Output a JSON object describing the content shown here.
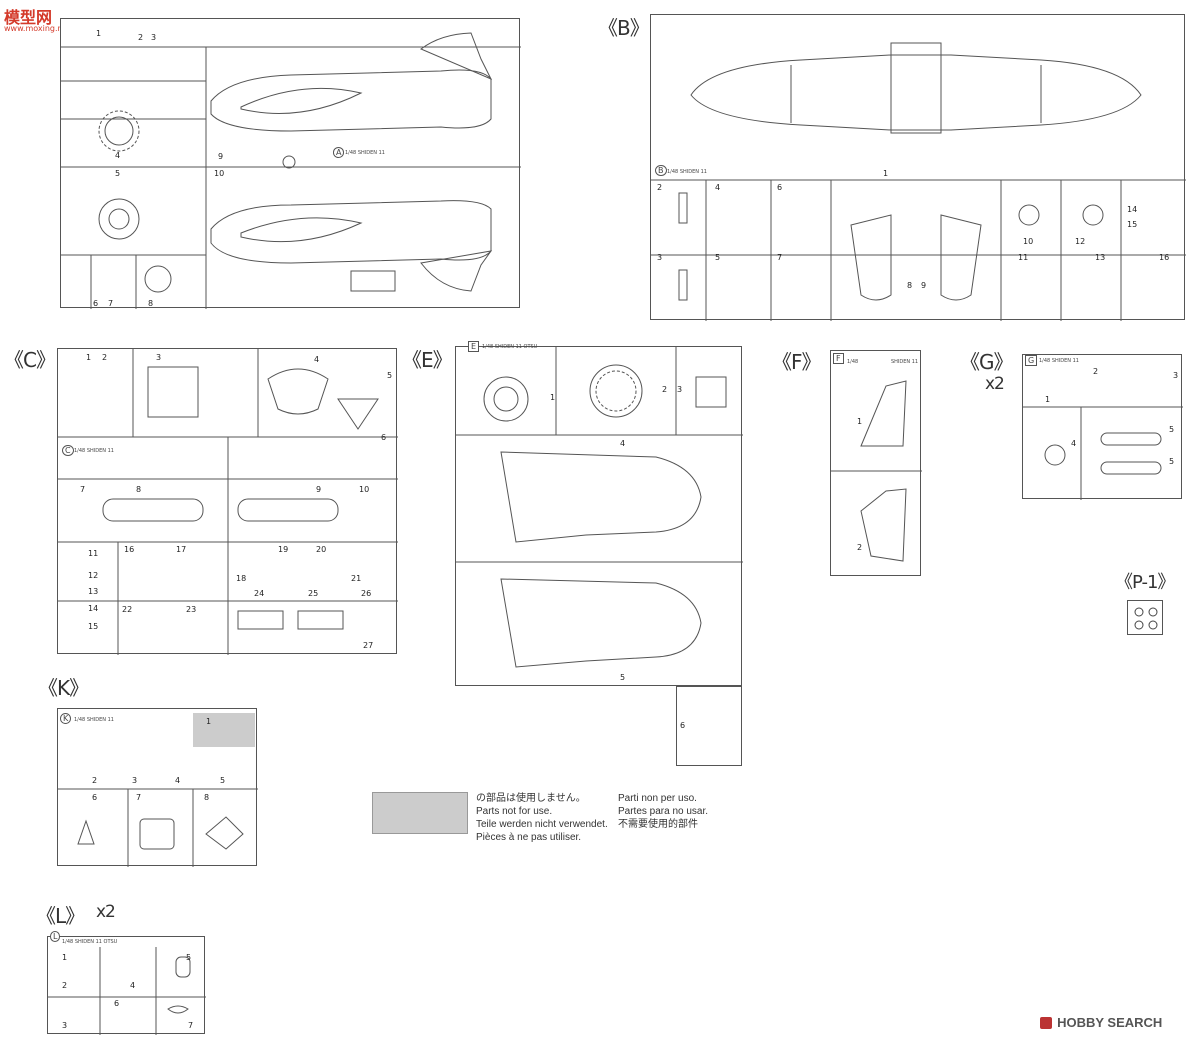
{
  "watermark_top": "模型网",
  "watermark_top_sub": "www.moxing.net",
  "watermark_bottom": "HOBBY SEARCH",
  "sprues": {
    "A": {
      "label": "A",
      "badge": "A",
      "title": "1/48 SHIDEN 11",
      "nums": [
        "1",
        "2",
        "3",
        "4",
        "5",
        "6",
        "7",
        "8",
        "9",
        "10"
      ]
    },
    "B": {
      "label": "《B》",
      "badge": "B",
      "title": "1/48 SHIDEN 11",
      "nums": [
        "1",
        "2",
        "3",
        "4",
        "5",
        "6",
        "7",
        "8",
        "9",
        "10",
        "11",
        "12",
        "13",
        "14",
        "15",
        "16"
      ]
    },
    "C": {
      "label": "《C》",
      "badge": "C",
      "title": "1/48 SHIDEN 11",
      "nums": [
        "1",
        "2",
        "3",
        "4",
        "5",
        "6",
        "7",
        "8",
        "9",
        "10",
        "11",
        "12",
        "13",
        "14",
        "15",
        "16",
        "17",
        "18",
        "19",
        "20",
        "21",
        "22",
        "23",
        "24",
        "25",
        "26",
        "27"
      ]
    },
    "E": {
      "label": "《E》",
      "badge": "E",
      "title": "1/48 SHIDEN 11 OTSU",
      "nums": [
        "1",
        "2",
        "3",
        "4",
        "5",
        "6"
      ]
    },
    "F": {
      "label": "《F》",
      "badge": "F",
      "title": "1/48",
      "title2": "SHIDEN 11",
      "nums": [
        "1",
        "2"
      ]
    },
    "G": {
      "label": "《G》",
      "qty": "x2",
      "badge": "G",
      "title": "1/48 SHIDEN 11",
      "nums": [
        "1",
        "2",
        "3",
        "4",
        "5",
        "5"
      ]
    },
    "P1": {
      "label": "《P-1》"
    },
    "K": {
      "label": "《K》",
      "badge": "K",
      "title": "1/48 SHIDEN 11",
      "nums": [
        "1",
        "2",
        "3",
        "4",
        "5",
        "6",
        "7",
        "8"
      ]
    },
    "L": {
      "label": "《L》",
      "qty": "x2",
      "badge": "L",
      "title": "1/48 SHIDEN 11 OTSU",
      "nums": [
        "1",
        "2",
        "3",
        "4",
        "5",
        "6",
        "7"
      ]
    }
  },
  "legend": {
    "col1": [
      "の部品は使用しません。",
      "Parts not for use.",
      "Teile werden nicht verwendet.",
      "Pièces à ne pas utiliser."
    ],
    "col2": [
      "Parti non per uso.",
      "Partes para no usar.",
      "不需要使用的部件"
    ]
  }
}
